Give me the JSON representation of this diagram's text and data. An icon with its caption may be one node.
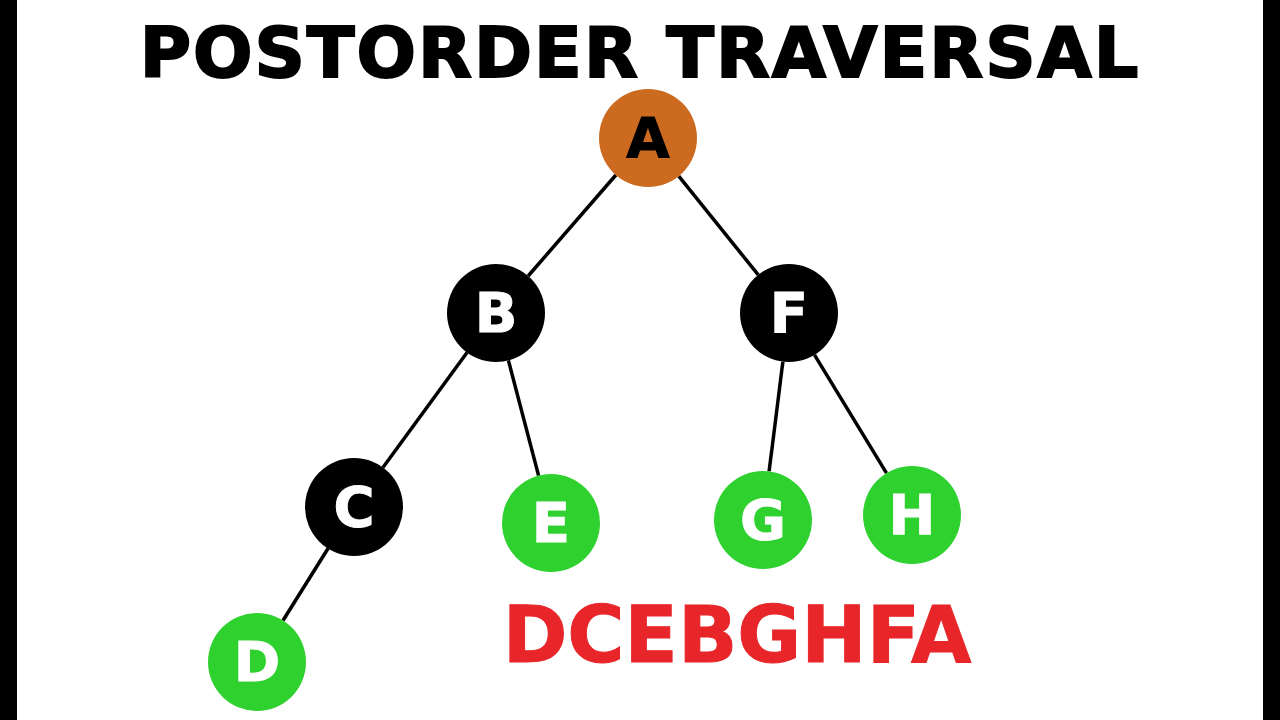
{
  "diagram": {
    "title": "POSTORDER TRAVERSAL",
    "nodes": [
      {
        "text": [
          "A"
        ]
      },
      {
        "text": [
          "B"
        ]
      },
      {
        "text": [
          "F"
        ]
      },
      {
        "text": [
          "C"
        ]
      },
      {
        "text": [
          "E"
        ]
      },
      {
        "text": [
          "G"
        ]
      },
      {
        "text": [
          "H"
        ]
      },
      {
        "text": [
          "D"
        ]
      }
    ],
    "edges": [
      {
        "from": 0,
        "to": 1,
        "arrow": "none"
      },
      {
        "from": 0,
        "to": 2,
        "arrow": "none"
      },
      {
        "from": 1,
        "to": 3,
        "arrow": "none"
      },
      {
        "from": 1,
        "to": 4,
        "arrow": "none"
      },
      {
        "from": 2,
        "to": 5,
        "arrow": "none"
      },
      {
        "from": 2,
        "to": 6,
        "arrow": "none"
      },
      {
        "from": 3,
        "to": 7,
        "arrow": "none"
      }
    ],
    "labels": [
      "DCEBGHFA"
    ]
  }
}
